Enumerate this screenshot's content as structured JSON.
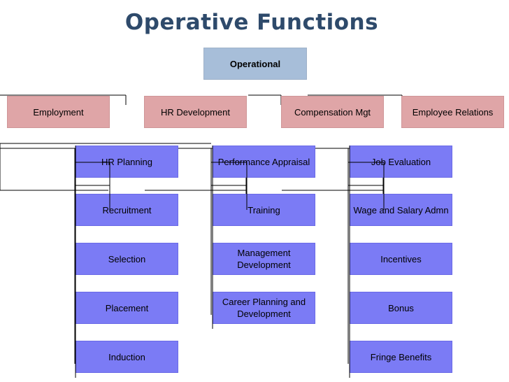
{
  "title": "Operative  Functions",
  "root": "Operational",
  "categories": [
    {
      "label": "Employment"
    },
    {
      "label": "HR Development"
    },
    {
      "label": "Compensation Mgt"
    },
    {
      "label": "Employee Relations"
    }
  ],
  "columns": [
    {
      "items": [
        "HR Planning",
        "Recruitment",
        "Selection",
        "Placement",
        "Induction"
      ]
    },
    {
      "items": [
        "Performance Appraisal",
        "Training",
        "Management Development",
        "Career Planning and Development"
      ]
    },
    {
      "items": [
        "Job Evaluation",
        "Wage and Salary Admn",
        "Incentives",
        "Bonus",
        "Fringe Benefits"
      ]
    }
  ]
}
